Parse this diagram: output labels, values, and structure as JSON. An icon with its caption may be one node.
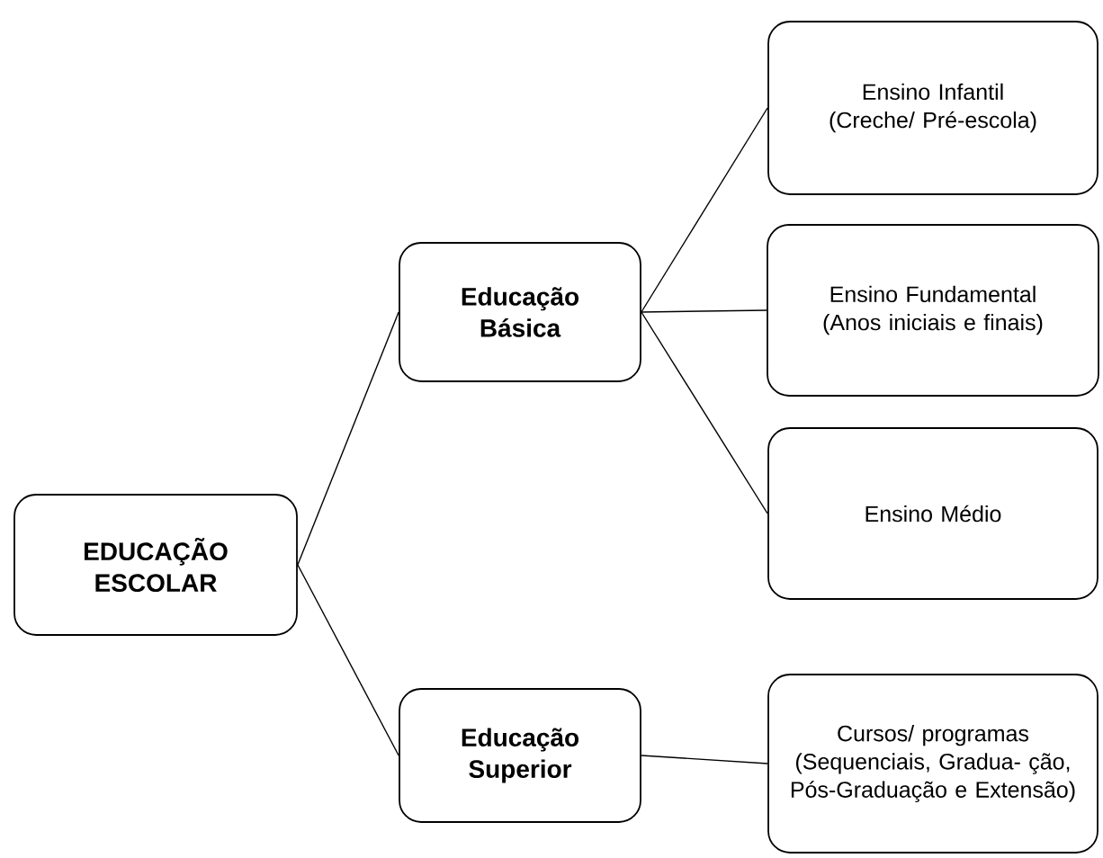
{
  "diagram": {
    "nodes": [
      {
        "text": [
          "EDUCAÇÃO ESCOLAR"
        ]
      },
      {
        "text": [
          "Educação Básica"
        ]
      },
      {
        "text": [
          "Educação Superior"
        ]
      },
      {
        "text": [
          "Ensino Infantil",
          "(Creche/ Pré-escola)"
        ]
      },
      {
        "text": [
          "Ensino Fundamental",
          "(Anos iniciais e finais)"
        ]
      },
      {
        "text": [
          "Ensino Médio"
        ]
      },
      {
        "text": [
          "Cursos/ programas",
          "(Sequenciais, Gradua- ção, Pós-Graduação e Extensão)"
        ]
      }
    ],
    "edges": [
      {
        "from": 0,
        "to": 1,
        "arrow": "none"
      },
      {
        "from": 0,
        "to": 2,
        "arrow": "none"
      },
      {
        "from": 1,
        "to": 3,
        "arrow": "none"
      },
      {
        "from": 1,
        "to": 4,
        "arrow": "none"
      },
      {
        "from": 1,
        "to": 5,
        "arrow": "none"
      },
      {
        "from": 2,
        "to": 6,
        "arrow": "none"
      }
    ]
  }
}
